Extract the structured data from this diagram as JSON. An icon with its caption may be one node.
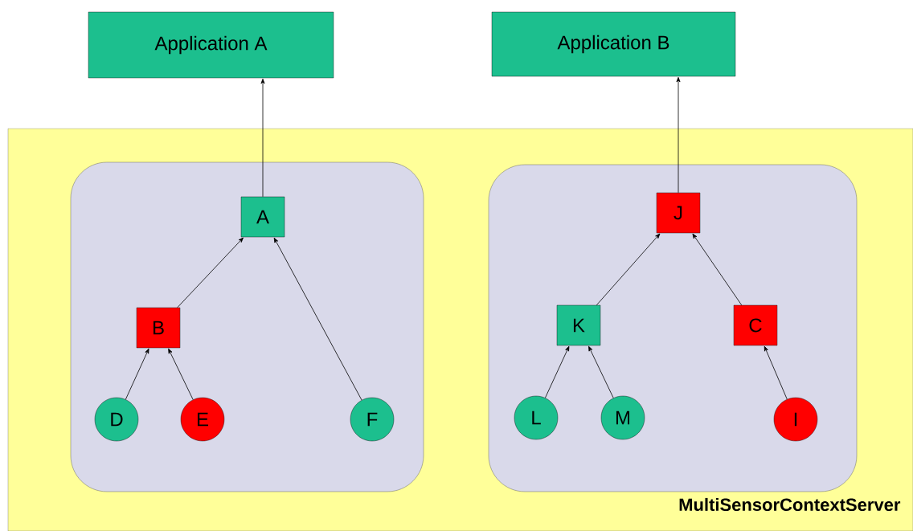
{
  "diagram": {
    "nodes": [
      {
        "text": [
          "Application A"
        ]
      },
      {
        "text": [
          "Application B"
        ]
      },
      {
        "text": [
          "MultiSensorContextServer"
        ]
      },
      {
        "text": [],
        "shape": "box",
        "in": 2
      },
      {
        "text": [],
        "shape": "box",
        "in": 2
      },
      {
        "text": [
          "A"
        ],
        "in": 3
      },
      {
        "text": [
          "B"
        ],
        "in": 3
      },
      {
        "text": [
          "D"
        ],
        "in": 3
      },
      {
        "text": [
          "E"
        ],
        "in": 3
      },
      {
        "text": [
          "F"
        ],
        "in": 3
      },
      {
        "text": [
          "J"
        ],
        "in": 4
      },
      {
        "text": [
          "K"
        ],
        "in": 4
      },
      {
        "text": [
          "C"
        ],
        "in": 4
      },
      {
        "text": [
          "L"
        ],
        "in": 4
      },
      {
        "text": [
          "M"
        ],
        "in": 4
      },
      {
        "text": [
          "I"
        ],
        "in": 4
      }
    ],
    "edges": [
      {
        "from": 5,
        "to": 0,
        "arrow": "to"
      },
      {
        "from": 6,
        "to": 5,
        "arrow": "to"
      },
      {
        "from": 7,
        "to": 6,
        "arrow": "to"
      },
      {
        "from": 8,
        "to": 6,
        "arrow": "to"
      },
      {
        "from": 9,
        "to": 5,
        "arrow": "to"
      },
      {
        "from": 10,
        "to": 1,
        "arrow": "to"
      },
      {
        "from": 11,
        "to": 10,
        "arrow": "to"
      },
      {
        "from": 12,
        "to": 10,
        "arrow": "to"
      },
      {
        "from": 13,
        "to": 11,
        "arrow": "to"
      },
      {
        "from": 14,
        "to": 11,
        "arrow": "to"
      },
      {
        "from": 15,
        "to": 12,
        "arrow": "to"
      }
    ]
  }
}
